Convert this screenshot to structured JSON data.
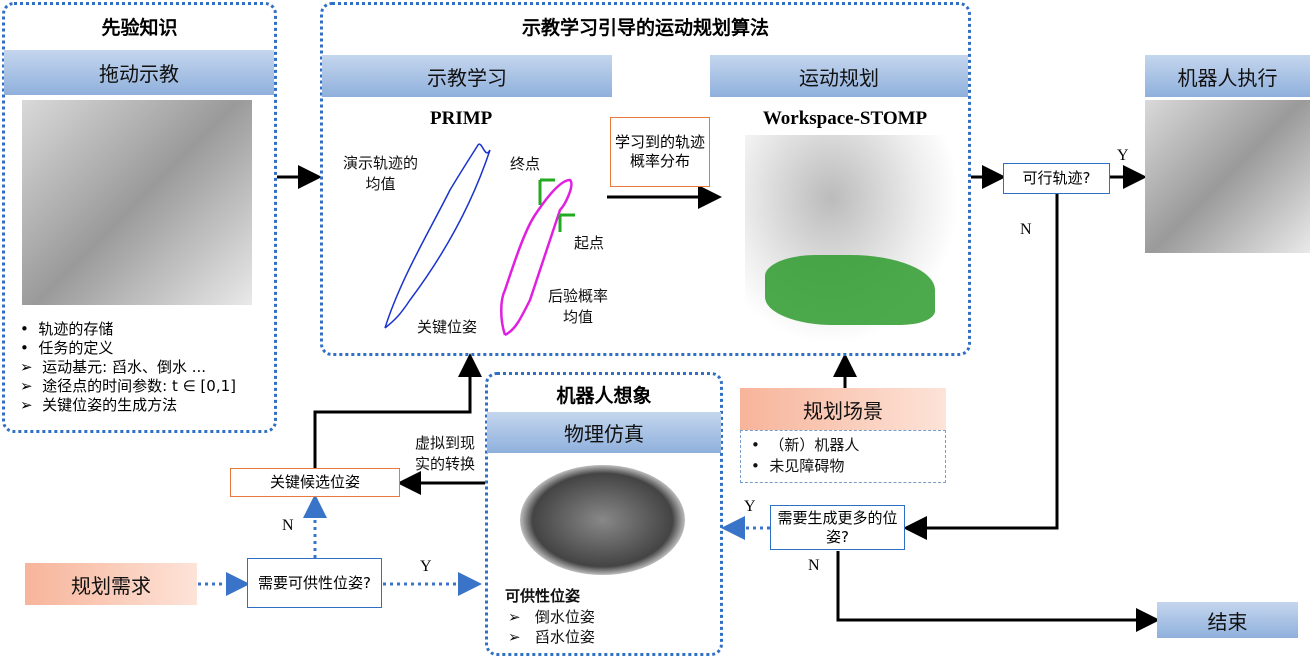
{
  "prior": {
    "title": "先验知识",
    "header": "拖动示教",
    "bullets": [
      {
        "mark": "•",
        "text": "轨迹的存储"
      },
      {
        "mark": "•",
        "text": "任务的定义"
      },
      {
        "mark": "➢",
        "text": "运动基元: 舀水、倒水 ..."
      },
      {
        "mark": "➢",
        "text": "途径点的时间参数: t ∈ [0,1]"
      },
      {
        "mark": "➢",
        "text": "关键位姿的生成方法"
      }
    ]
  },
  "main": {
    "title": "示教学习引导的运动规划算法",
    "learn_header": "示教学习",
    "plan_header": "运动规划",
    "primp": "PRIMP",
    "demo_mean": "演示轨迹的均值",
    "end_point": "终点",
    "start_point": "起点",
    "key_pose": "关键位姿",
    "posterior_mean": "后验概率均值",
    "learned_box": "学习到的轨迹概率分布",
    "stomp": "Workspace-STOMP"
  },
  "feasible": "可行轨迹?",
  "exec_header": "机器人执行",
  "imagine": {
    "title": "机器人想象",
    "header": "物理仿真",
    "afford_title": "可供性位姿",
    "items": [
      "倒水位姿",
      "舀水位姿"
    ]
  },
  "scene": {
    "header": "规划场景",
    "bullets": [
      "（新）机器人",
      "未见障碍物"
    ]
  },
  "candidate": "关键候选位姿",
  "sim2real": "虚拟到现实的转换",
  "demand": "规划需求",
  "need_afford": "需要可供性位姿?",
  "need_more": "需要生成更多的位姿?",
  "end": "结束",
  "labels": {
    "y1": "Y",
    "n1": "N",
    "y2": "Y",
    "n2": "N",
    "y3": "Y",
    "n3": "N"
  }
}
